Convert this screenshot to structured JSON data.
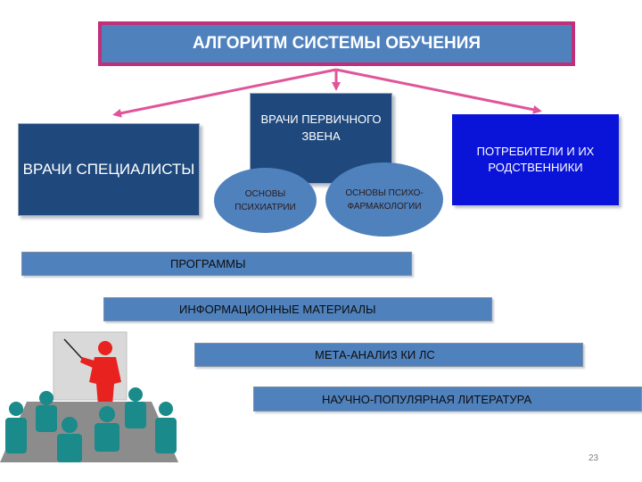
{
  "title": "АЛГОРИТМ СИСТЕМЫ ОБУЧЕНИЯ",
  "groups": {
    "specialists": "ВРАЧИ СПЕЦИАЛИСТЫ",
    "primary_care": "ВРАЧИ ПЕРВИЧНОГО ЗВЕНА",
    "consumers": "ПОТРЕБИТЕЛИ И ИХ РОДСТВЕННИКИ"
  },
  "topics": {
    "psychiatry": "ОСНОВЫ ПСИХИАТРИИ",
    "psychopharmacology": "ОСНОВЫ ПСИХО- ФАРМАКОЛОГИИ"
  },
  "materials": [
    "ПРОГРАММЫ",
    "ИНФОРМАЦИОННЫЕ МАТЕРИАЛЫ",
    "МЕТА-АНАЛИЗ КИ ЛС",
    "НАУЧНО-ПОПУЛЯРНАЯ ЛИТЕРАТУРА"
  ],
  "page_number": "23",
  "colors": {
    "box_blue": "#4f81bd",
    "box_dark": "#1f497d",
    "box_bright": "#0a14d8",
    "title_border": "#c0307a",
    "arrow": "#e0559a",
    "teacher": "#e8231f",
    "audience": "#1a8a8a"
  }
}
